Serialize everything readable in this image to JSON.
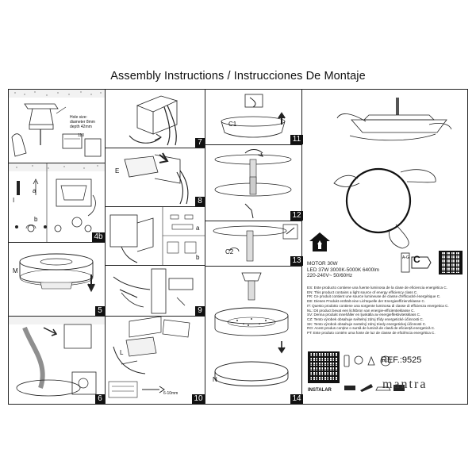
{
  "title": "Assembly Instructions / Instrucciones De Montaje",
  "hole_note": [
    "Hole size:",
    "diameter 8mm",
    "depth 42mm"
  ],
  "step_numbers": [
    "4b",
    "5",
    "6",
    "7",
    "8",
    "9",
    "10",
    "11",
    "12",
    "13",
    "14"
  ],
  "labels": {
    "I": "I",
    "a": "a",
    "b": "b",
    "M": "M",
    "E": "E",
    "L": "L",
    "C1": "C1",
    "C2": "C2",
    "N": "N",
    "wire_strip": "6-10mm",
    "fig_a": "a",
    "fig_b": "b",
    "dim_110": "110"
  },
  "spec": {
    "motor": "MOTOR 30W",
    "led": "LED 37W 3000K-5000K 6400lm",
    "voltage": "220-240V~ 50/60Hz"
  },
  "energy_class": "C",
  "energy_scale": "A-G",
  "energy_text": [
    "ES: Este producto contiene una fuente luminosa de la clase de eficiencia energética C.",
    "EN: This product contains a light source of energy efficiency class C.",
    "FR: Ce produit contient une source lumineuse de classe d'efficacité énergétique C.",
    "DE: Dieses Produkt enthält eine Lichtquelle der Energieeffizienzklasse C.",
    "IT: Questo prodotto contiene una sorgente luminosa di classe di efficienza energetica C.",
    "NL: Dit product bevat een lichtbron van energie-efficiëntieklasse C.",
    "SV: Denna produkt innehåller en ljuskälla av energieffektivitetsklass C.",
    "CZ: Tento výrobek obsahuje světelný zdroj třídy energetické účinnosti C.",
    "SK: Tento výrobok obsahuje svetelný zdroj triedy energetickej účinnosti C.",
    "RO: Acest produs conține o sursă de lumină de clasă de eficiență energetică C.",
    "PT: Este produto contém uma fonte de luz de classe de eficiência energética C."
  ],
  "ref": "REF.:9525",
  "install_label": "INSTALAR",
  "led_badge": "LED",
  "brand": "mantra",
  "icons": [
    "qr-code-icon",
    "remote-control-icon",
    "bulb-icon",
    "lamp-icon",
    "gear-icon",
    "arrow-up-icon",
    "arrow-down-icon",
    "rotate-icon",
    "tools-icon"
  ]
}
